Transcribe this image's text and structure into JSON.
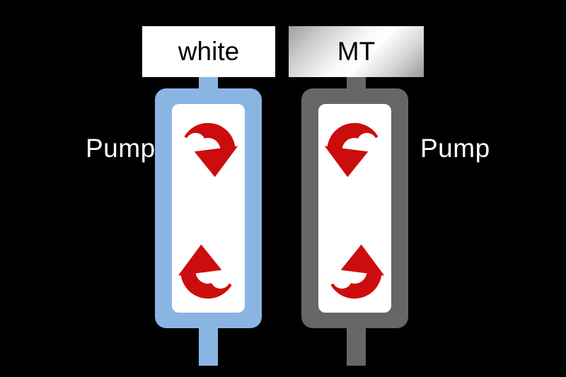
{
  "diagram": {
    "background_color": "#000000",
    "arrow_color": "#cc0d0d",
    "left_pump": {
      "source_label": "white",
      "source_box_color": "#ffffff",
      "pump_label": "Pump",
      "frame_color": "#8ab5e3",
      "interior_color": "#ffffff",
      "top_arrow": "curved arrow sweeping over the top, head pointing down at right (clockwise circulation)",
      "bottom_arrow": "curved arrow sweeping under, head pointing up at left (clockwise circulation)"
    },
    "right_pump": {
      "source_label": "MT",
      "source_box_color": "metallic-silver-gradient",
      "pump_label": "Pump",
      "frame_color": "#666666",
      "interior_color": "#ffffff",
      "top_arrow": "curved arrow sweeping over the top, head pointing down at left (counterclockwise circulation)",
      "bottom_arrow": "curved arrow sweeping under, head pointing up at right (counterclockwise circulation)"
    }
  }
}
